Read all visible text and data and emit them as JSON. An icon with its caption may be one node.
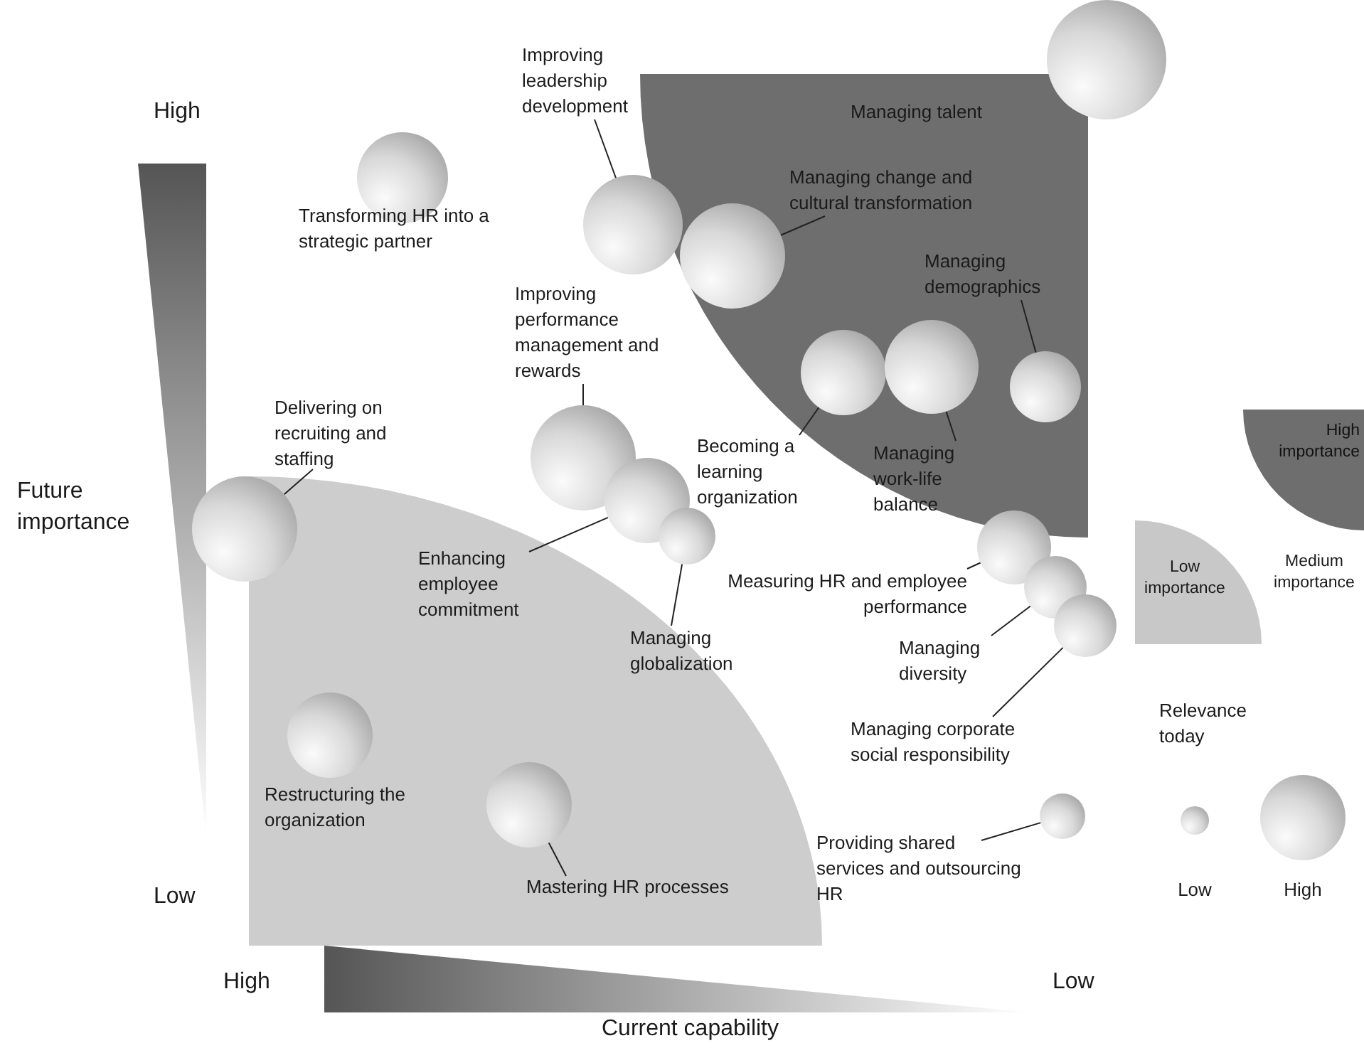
{
  "diagram": {
    "nodes": [
      {
        "text": [
          "Improving leadership development"
        ]
      },
      {
        "text": [],
        "shape": "circle"
      },
      {
        "text": [],
        "shape": "circle",
        "beside": [
          "Transforming HR into a strategic partner"
        ]
      },
      {
        "text": [],
        "shape": "circle",
        "beside": [
          "Managing talent"
        ]
      },
      {
        "text": [
          "Managing change and cultural transformation"
        ]
      },
      {
        "text": [],
        "shape": "circle"
      },
      {
        "text": [
          "Managing demographics"
        ]
      },
      {
        "text": [],
        "shape": "circle"
      },
      {
        "text": [
          "Improving performance management and rewards"
        ]
      },
      {
        "text": [],
        "shape": "circle"
      },
      {
        "text": [
          "Delivering on recruiting and staffing"
        ]
      },
      {
        "text": [],
        "shape": "circle"
      },
      {
        "text": [
          "Becoming a learning organization"
        ]
      },
      {
        "text": [],
        "shape": "circle"
      },
      {
        "text": [
          "Managing work-life balance"
        ]
      },
      {
        "text": [],
        "shape": "circle"
      },
      {
        "text": [
          "Enhancing employee commitment"
        ]
      },
      {
        "text": [],
        "shape": "circle"
      },
      {
        "text": [
          "Managing globalization"
        ]
      },
      {
        "text": [],
        "shape": "circle"
      },
      {
        "text": [
          "Measuring HR and employee performance"
        ]
      },
      {
        "text": [],
        "shape": "circle"
      },
      {
        "text": [
          "Managing diversity"
        ]
      },
      {
        "text": [],
        "shape": "circle"
      },
      {
        "text": [
          "Managing corporate social responsibility"
        ]
      },
      {
        "text": [],
        "shape": "circle"
      },
      {
        "text": [],
        "shape": "circle",
        "beside": [
          "Restructuring the organization"
        ]
      },
      {
        "text": [],
        "shape": "circle"
      },
      {
        "text": [
          "Mastering HR processes"
        ]
      },
      {
        "text": [
          "Providing shared services and outsourcing HR"
        ]
      },
      {
        "text": [],
        "shape": "circle"
      }
    ],
    "edges": [
      {
        "from": 0,
        "to": 1,
        "arrow": "none"
      },
      {
        "from": 4,
        "to": 5,
        "arrow": "none"
      },
      {
        "from": 6,
        "to": 7,
        "arrow": "none"
      },
      {
        "from": 8,
        "to": 9,
        "arrow": "none"
      },
      {
        "from": 10,
        "to": 11,
        "arrow": "none"
      },
      {
        "from": 12,
        "to": 13,
        "arrow": "none"
      },
      {
        "from": 14,
        "to": 15,
        "arrow": "none"
      },
      {
        "from": 16,
        "to": 17,
        "arrow": "none"
      },
      {
        "from": 18,
        "to": 19,
        "arrow": "none"
      },
      {
        "from": 20,
        "to": 21,
        "arrow": "none"
      },
      {
        "from": 22,
        "to": 23,
        "arrow": "none"
      },
      {
        "from": 24,
        "to": 25,
        "arrow": "none"
      },
      {
        "from": 28,
        "to": 27,
        "arrow": "none"
      },
      {
        "from": 29,
        "to": 30,
        "arrow": "none"
      }
    ],
    "labels": [
      "High",
      "Future importance",
      "Low",
      "High",
      "Low",
      "Current capability",
      "Relevance today"
    ],
    "legend": [
      {
        "text": "High importance",
        "color": "#6e6e6e"
      },
      {
        "text": "Low importance",
        "color": "#c8c8c8"
      },
      {
        "text": "Medium importance"
      },
      {
        "text": "Low"
      },
      {
        "text": "High"
      }
    ]
  }
}
